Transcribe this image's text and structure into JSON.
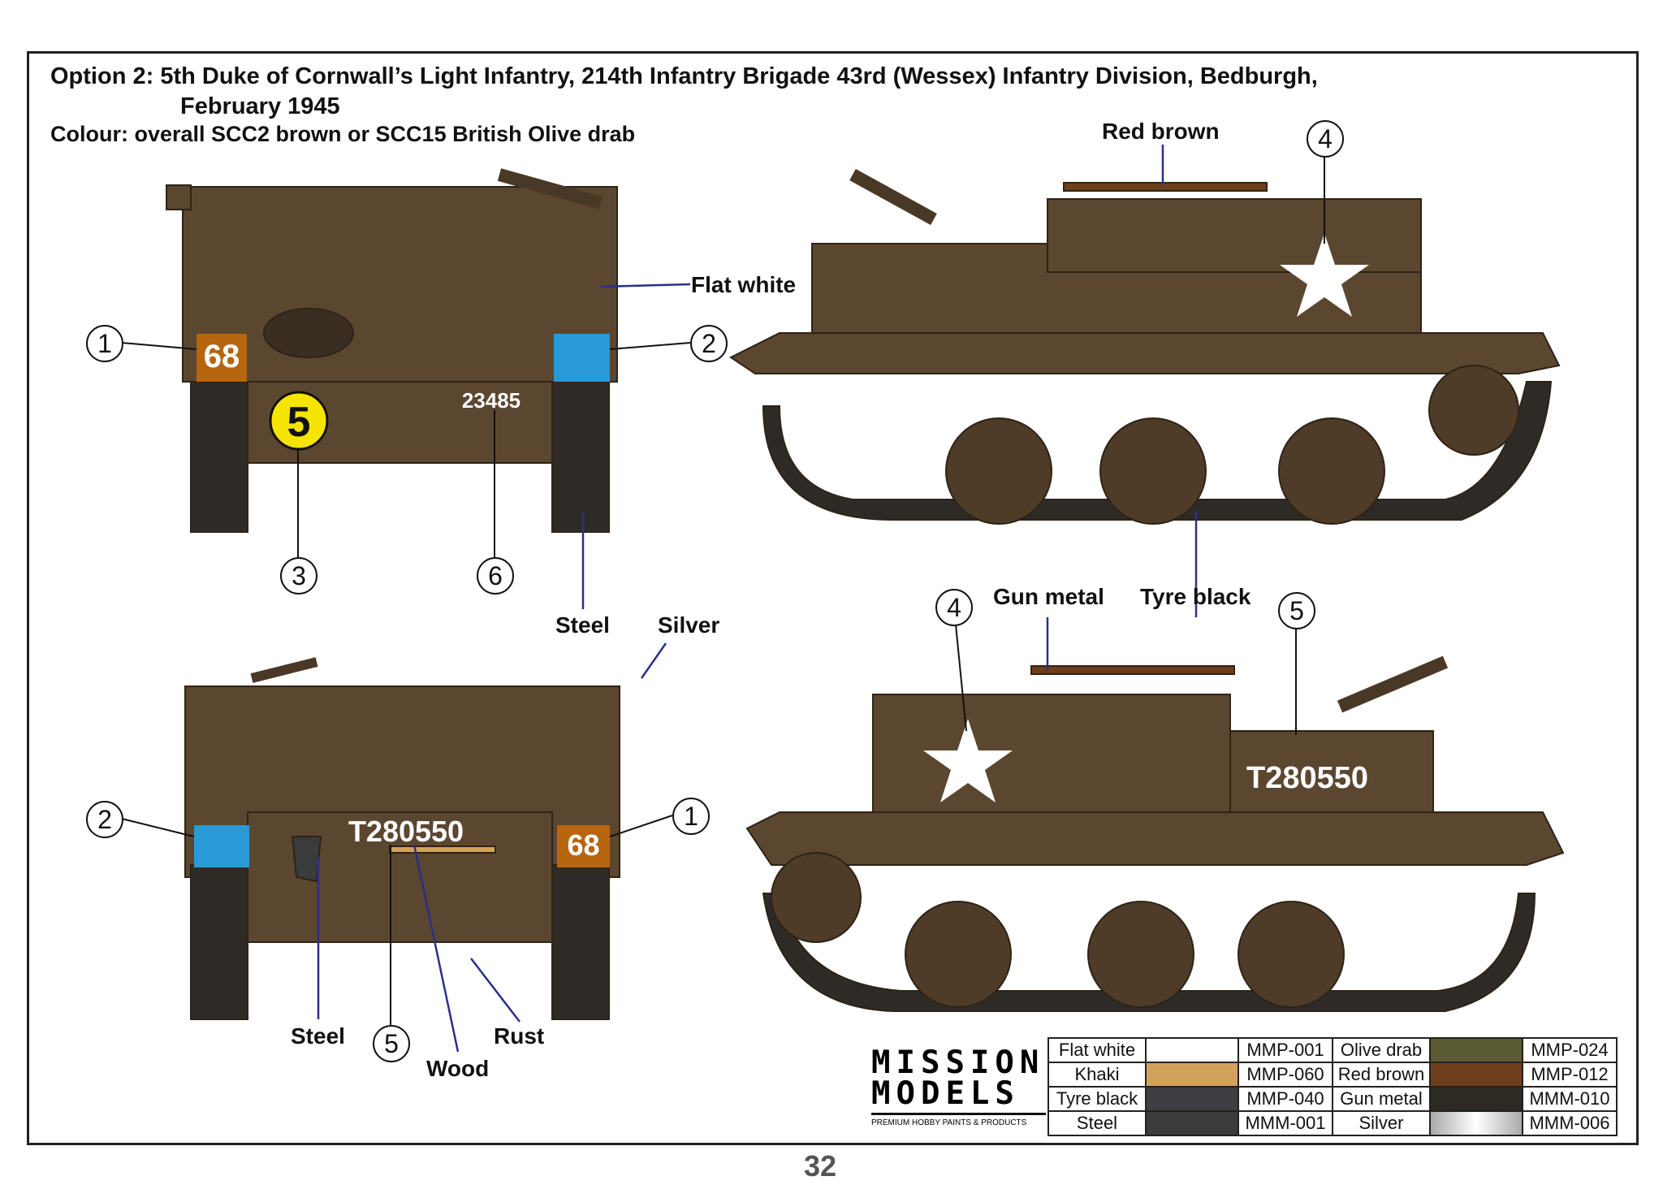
{
  "header": {
    "title_line1": "Option 2:  5th Duke of Cornwall’s Light Infantry, 214th Infantry Brigade 43rd (Wessex) Infantry Division, Bedburgh,",
    "title_line2": "February 1945",
    "colour_line": "Colour: overall SCC2 brown or SCC15 British Olive drab"
  },
  "labels": {
    "red_brown": "Red brown",
    "flat_white": "Flat white",
    "steel_front": "Steel",
    "silver": "Silver",
    "gun_metal": "Gun metal",
    "tyre_black": "Tyre black",
    "steel_rear": "Steel",
    "wood": "Wood",
    "rust": "Rust"
  },
  "callouts": {
    "c1": "1",
    "c2": "2",
    "c3": "3",
    "c4": "4",
    "c5": "5",
    "c6": "6"
  },
  "markings": {
    "unit_code": "68",
    "tac_number": "5",
    "front_serial": "23485",
    "side_serial": "T280550",
    "rear_serial": "T280550"
  },
  "colors": {
    "vehicle": "#5b4630",
    "unit_code_bg": "#b8650f",
    "formation_bg": "#2a9ad6",
    "tac_circle": "#f5e400"
  },
  "paint_table": [
    {
      "name": "Flat white",
      "color": "#ffffff",
      "code": "MMP-001",
      "name2": "Olive drab",
      "color2": "#5a5a33",
      "code2": "MMP-024"
    },
    {
      "name": "Khaki",
      "color": "#d2a25c",
      "code": "MMP-060",
      "name2": "Red brown",
      "color2": "#6e3f1c",
      "code2": "MMP-012"
    },
    {
      "name": "Tyre black",
      "color": "#3d3f42",
      "code": "MMP-040",
      "name2": "Gun metal",
      "color2": "#2c2a22",
      "code2": "MMM-010"
    },
    {
      "name": "Steel",
      "color": "#3a3b3d",
      "code": "MMM-001",
      "name2": "Silver",
      "color2": "#c8c8c8",
      "code2": "MMM-006"
    }
  ],
  "logo": {
    "line1": "MISSION",
    "line2": "MODELS",
    "tagline": "PREMIUM HOBBY PAINTS & PRODUCTS"
  },
  "page_number": "32"
}
